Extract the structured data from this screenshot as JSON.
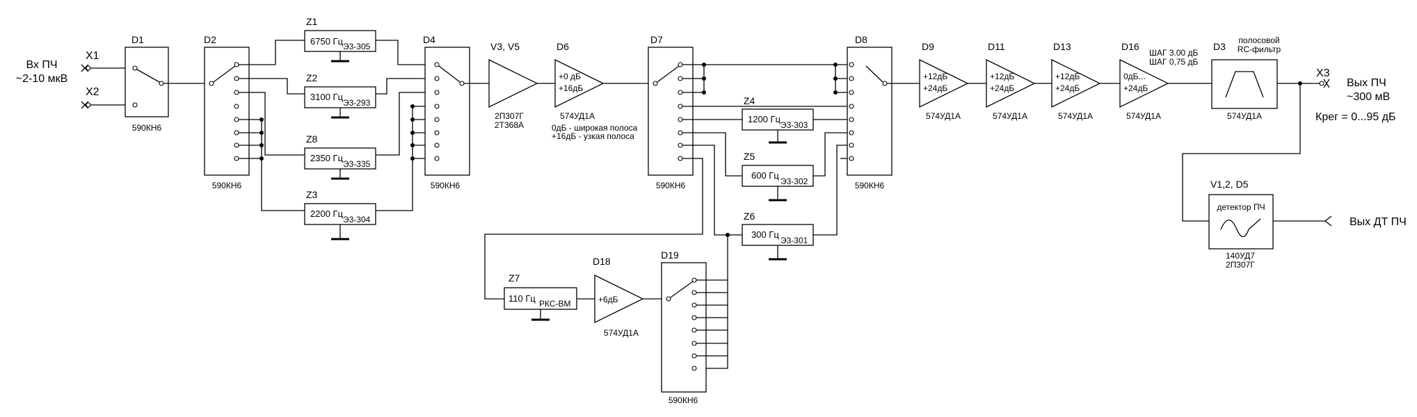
{
  "input": {
    "label": "Вх ПЧ",
    "level": "~2-10 мкВ",
    "x1": "X1",
    "x2": "X2"
  },
  "output": {
    "ref": "X3",
    "label": "Вых ПЧ",
    "level": "~300 мВ",
    "gain": "Крег = 0...95 дБ"
  },
  "dt_output": {
    "label": "Вых ДТ ПЧ"
  },
  "switches": {
    "D1": {
      "ref": "D1",
      "chip": "590КН6"
    },
    "D2": {
      "ref": "D2",
      "chip": "590КН6"
    },
    "D4": {
      "ref": "D4",
      "chip": "590КН6"
    },
    "D7": {
      "ref": "D7",
      "chip": "590КН6"
    },
    "D8": {
      "ref": "D8",
      "chip": "590КН6"
    },
    "D19": {
      "ref": "D19",
      "chip": "590КН6"
    }
  },
  "filters": {
    "Z1": {
      "ref": "Z1",
      "freq": "6750 Гц",
      "part": "Э3-305"
    },
    "Z2": {
      "ref": "Z2",
      "freq": "3100 Гц",
      "part": "Э3-293"
    },
    "Z8": {
      "ref": "Z8",
      "freq": "2350 Гц",
      "part": "Э3-335"
    },
    "Z3": {
      "ref": "Z3",
      "freq": "2200 Гц",
      "part": "Э3-304"
    },
    "Z4": {
      "ref": "Z4",
      "freq": "1200 Гц",
      "part": "Э3-303"
    },
    "Z5": {
      "ref": "Z5",
      "freq": "600 Гц",
      "part": "Э3-302"
    },
    "Z6": {
      "ref": "Z6",
      "freq": "300 Гц",
      "part": "Э3-301"
    },
    "Z7": {
      "ref": "Z7",
      "freq": "110 Гц",
      "part": "РКС-ВМ"
    }
  },
  "amplifiers": {
    "V3": {
      "ref": "V3, V5",
      "part1": "2П307Г",
      "part2": "2Т368А"
    },
    "D6": {
      "ref": "D6",
      "g1": "+0 дБ",
      "g2": "+16дБ",
      "chip": "574УД1А",
      "note1": "0дБ - широкая полоса",
      "note2": "+16дБ - узкая полоса"
    },
    "D9": {
      "ref": "D9",
      "g1": "+12дБ",
      "g2": "+24дБ",
      "chip": "574УД1А"
    },
    "D11": {
      "ref": "D11",
      "g1": "+12дБ",
      "g2": "+24дБ",
      "chip": "574УД1А"
    },
    "D13": {
      "ref": "D13",
      "g1": "+12дБ",
      "g2": "+24дБ",
      "chip": "574УД1А"
    },
    "D16": {
      "ref": "D16",
      "g1": "0дБ...",
      "g2": "+24дБ",
      "chip": "574УД1А",
      "step1": "ШАГ 3.00 дБ",
      "step2": "ШАГ 0,75 дБ"
    },
    "D18": {
      "ref": "D18",
      "g1": "+6дБ",
      "chip": "574УД1А"
    }
  },
  "bandpass": {
    "ref": "D3",
    "title1": "полосовой",
    "title2": "RC-фильтр",
    "chip": "574УД1А"
  },
  "detector": {
    "ref": "V1,2, D5",
    "title": "детектор ПЧ",
    "chip1": "140УД7",
    "chip2": "2П307Г"
  }
}
